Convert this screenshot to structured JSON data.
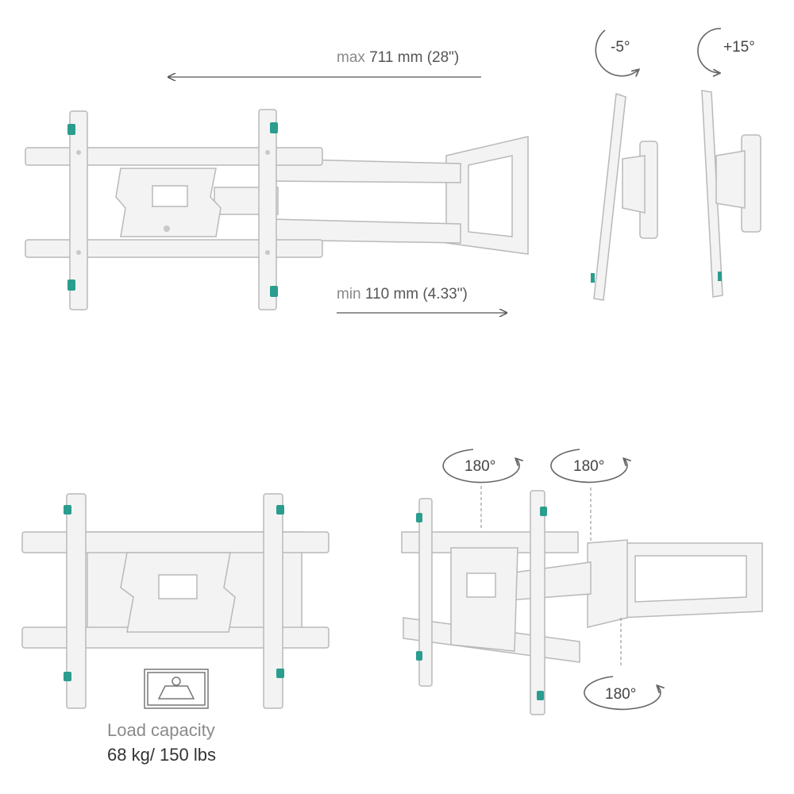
{
  "extension": {
    "max": {
      "prefix": "max",
      "value": "711 mm (28\")"
    },
    "min": {
      "prefix": "min",
      "value": "110 mm (4.33\")"
    }
  },
  "tilt": {
    "down": "-5°",
    "up": "+15°"
  },
  "swivel": {
    "top_left": "180°",
    "top_right": "180°",
    "bottom": "180°"
  },
  "load": {
    "caption": "Load capacity",
    "value": "68 kg/ 150 lbs"
  },
  "colors": {
    "mount_fill": "#f2f2f2",
    "mount_stroke": "#b8b8b8",
    "accent": "#2a9d8f",
    "arrow": "#555555"
  },
  "icons": [
    "weight-icon",
    "rotate-arrow-icon",
    "dimension-arrow-icon"
  ]
}
